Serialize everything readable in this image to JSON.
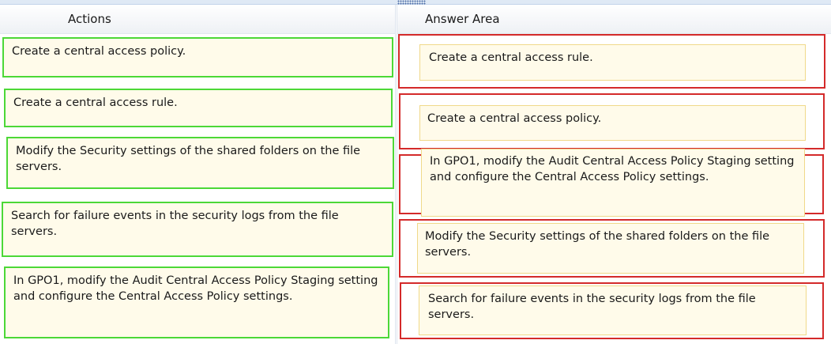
{
  "actions": {
    "header": "Actions",
    "items": [
      "Create a central access policy.",
      "Create a central access rule.",
      "Modify the Security settings of the shared folders on the file servers.",
      "Search for failure events in the security logs from the file servers.",
      "In GPO1, modify the Audit Central Access Policy Staging setting and configure the Central Access Policy settings."
    ]
  },
  "answer": {
    "header": "Answer Area",
    "items": [
      "Create a central access rule.",
      "Create a central access policy.",
      "In GPO1, modify the Audit Central Access Policy Staging setting and configure the Central Access Policy settings.",
      "Modify the Security settings of the shared folders on the file servers.",
      "Search for failure events in the security logs from the file servers."
    ]
  },
  "colors": {
    "source_border": "#4cd837",
    "target_highlight": "#d42a2a",
    "item_background": "#fffbea"
  }
}
